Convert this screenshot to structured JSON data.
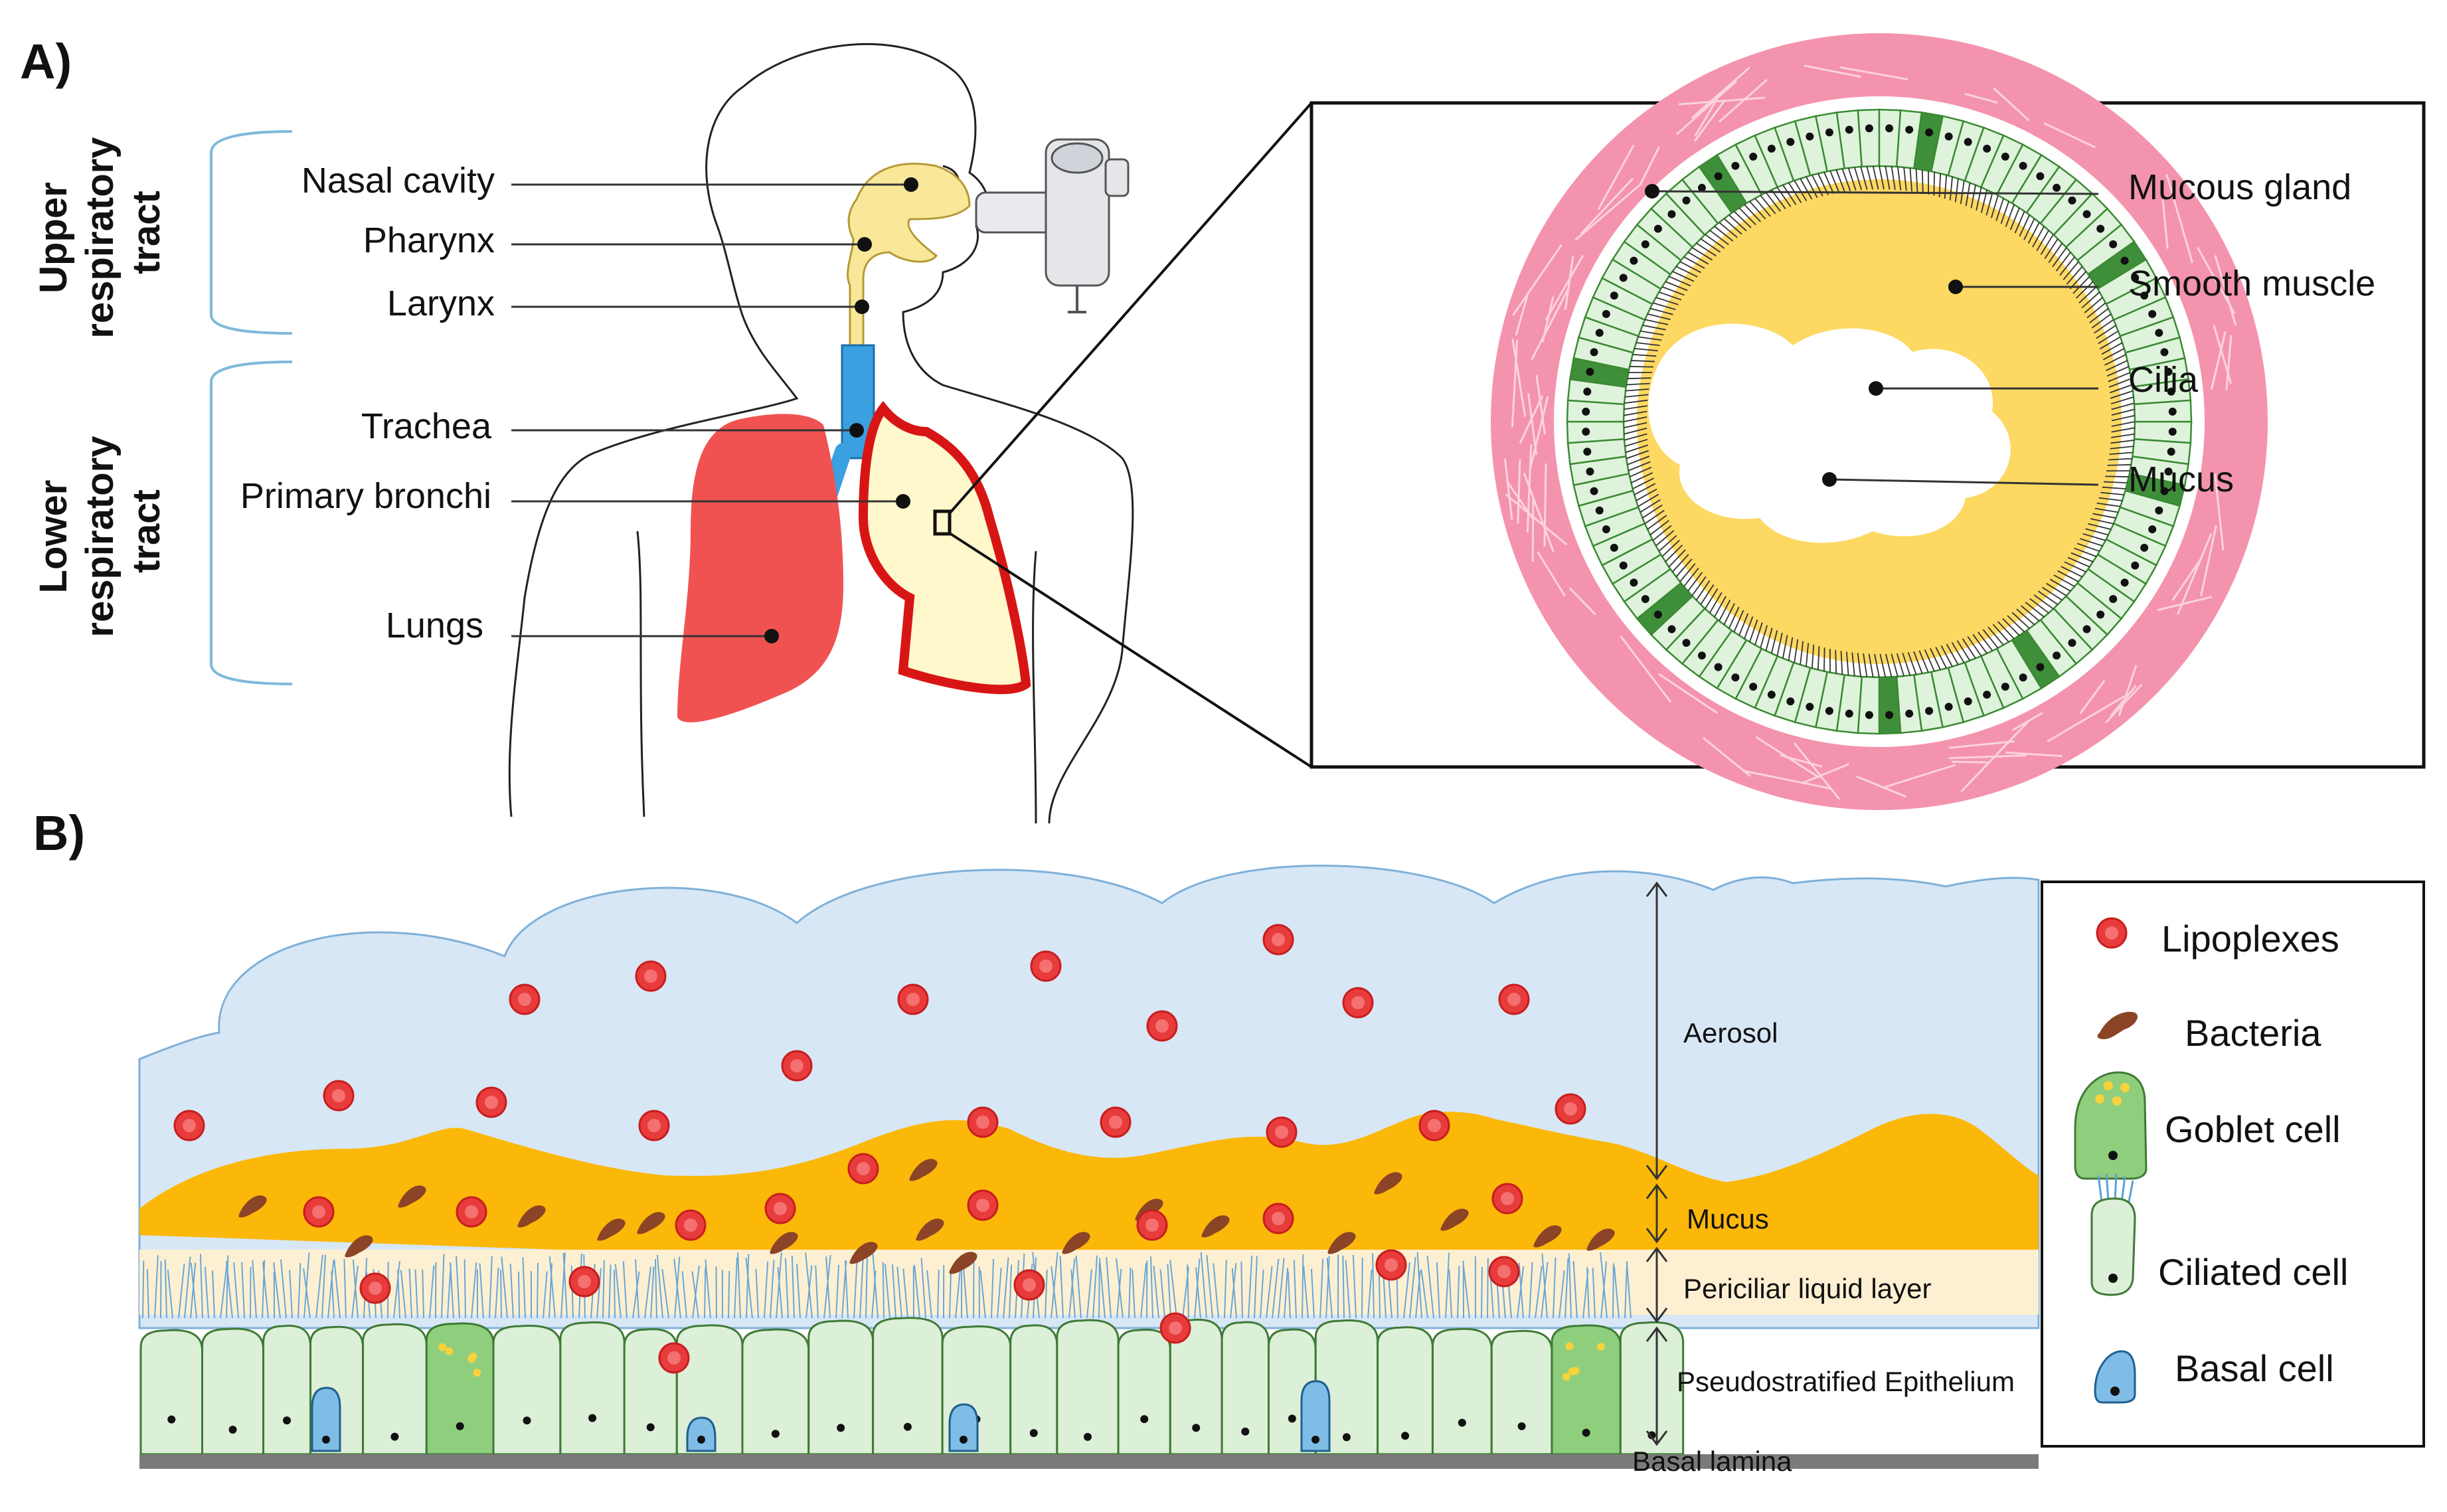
{
  "panel_a": {
    "label": "A)",
    "groups": {
      "upper": "Upper respiratory tract",
      "lower": "Lower respiratory tract"
    },
    "groups_lines": {
      "upper": [
        "Upper",
        "respiratory",
        "tract"
      ],
      "lower": [
        "Lower",
        "respiratory",
        "tract"
      ]
    },
    "anatomy_labels": {
      "nasal": "Nasal cavity",
      "pharynx": "Pharynx",
      "larynx": "Larynx",
      "trachea": "Trachea",
      "bronchi": "Primary bronchi",
      "lungs": "Lungs"
    },
    "inset_labels": {
      "gland": "Mucous gland",
      "muscle": "Smooth muscle",
      "cilia": "Cilia",
      "mucus": "Mucus"
    }
  },
  "panel_b": {
    "label": "B)",
    "layers": {
      "aerosol": "Aerosol",
      "mucus": "Mucus",
      "pcl": "Periciliar liquid layer",
      "epithelium": "Pseudostratified Epithelium",
      "lamina": "Basal lamina"
    },
    "legend": {
      "lipoplexes": "Lipoplexes",
      "bacteria": "Bacteria",
      "goblet": "Goblet cell",
      "ciliated": "Ciliated cell",
      "basal": "Basal cell"
    }
  },
  "colors": {
    "lung_red": "#f05252",
    "lung_outline": "#d81515",
    "lung_fill_light": "#fff8cc",
    "airway_yellow": "#f9e79a",
    "trachea_blue": "#3aa0e0",
    "brace_blue": "#7fb8dc",
    "muscle_pink": "#f493ad",
    "cilia_green_light": "#dff3dc",
    "cell_green_dark": "#3f8f3a",
    "mucus_yellow": "#fdd862",
    "aerosol_blue": "#d7e7f5",
    "mucus_orange": "#fbb809",
    "pcl_cream": "#fdf0d2",
    "ciliated_cell": "#dcefd7",
    "goblet_cell": "#8fce7d",
    "basal_cell": "#7fbde6",
    "lipoplex_red": "#e83b3b",
    "bacteria_brown": "#8b4426",
    "lamina_gray": "#7a7a7a"
  }
}
